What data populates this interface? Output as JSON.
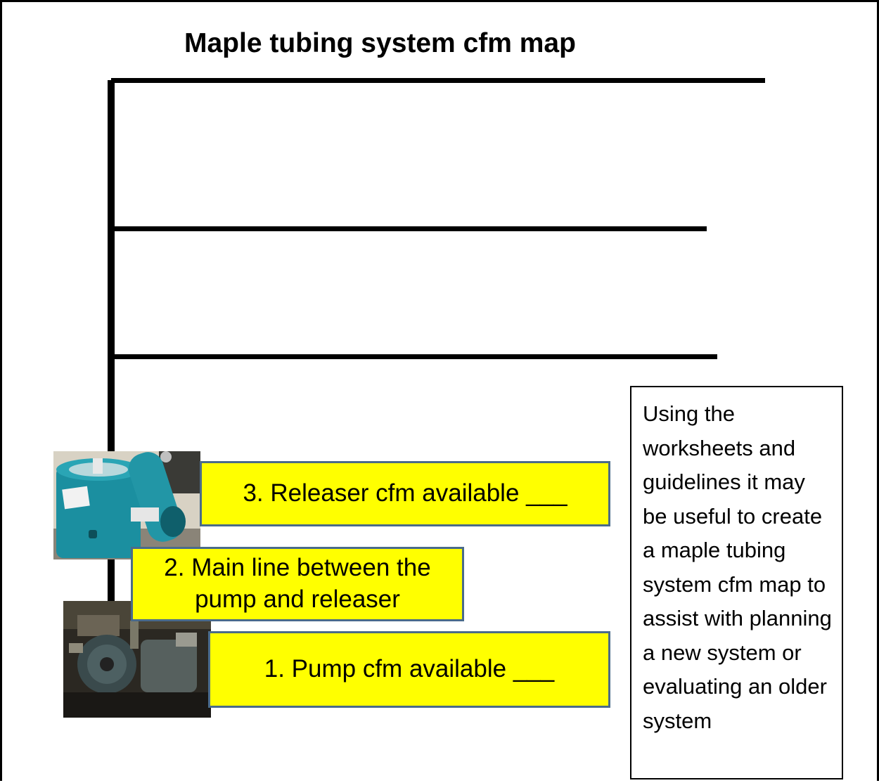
{
  "title": "Maple tubing system cfm map",
  "labels": {
    "releaser": "3. Releaser cfm available ___",
    "main_line": "2. Main line between the pump and releaser",
    "pump": "1. Pump cfm available ___"
  },
  "note": "Using the worksheets and guidelines it may be useful to create a maple tubing system cfm map to assist with planning a new system or evaluating an older system",
  "photos": {
    "releaser": "releaser-photo",
    "pump": "pump-photo"
  },
  "colors": {
    "label_fill": "#ffff00",
    "label_border": "#4a6b8a",
    "releaser_teal": "#1b8fa0",
    "lines": "#000000"
  }
}
